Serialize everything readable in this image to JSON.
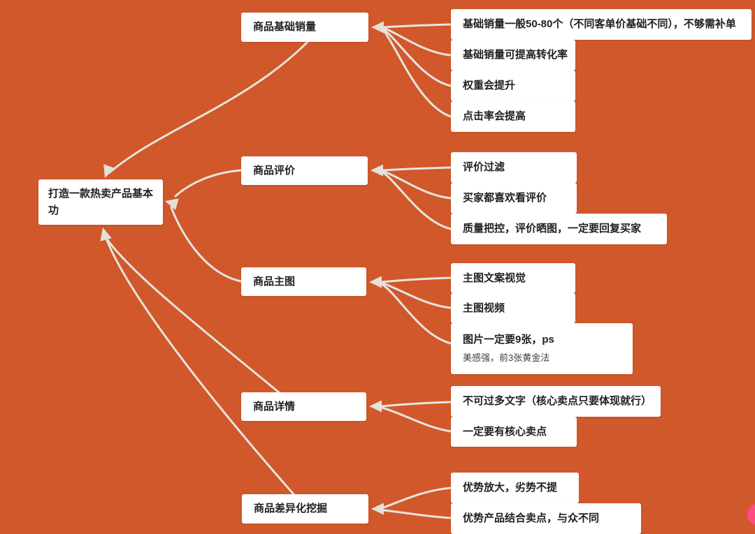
{
  "canvas": {
    "background_color": "#d0582a",
    "edge_color": "#e8e4df",
    "arrow_color": "#e4e0da",
    "node_background": "#ffffff",
    "node_text_color": "#1f1f1f",
    "note_text_color": "#3d3d3d",
    "pink_dot_color": "#fb4d7f"
  },
  "mindmap": {
    "root": {
      "label": "打造一款热卖产品基本功"
    },
    "branches": [
      {
        "label": "商品基础销量",
        "children": [
          "基础销量一般50-80个（不同客单价基础不同），不够需补单",
          "基础销量可提高转化率",
          "权重会提升",
          "点击率会提高"
        ]
      },
      {
        "label": "商品评价",
        "children": [
          "评价过滤",
          "买家都喜欢看评价",
          "质量把控，评价晒图，一定要回复买家"
        ]
      },
      {
        "label": "商品主图",
        "children": [
          "主图文案视觉",
          "主图视频",
          "图片一定要9张，ps"
        ],
        "note": "美感强，前3张黄金法"
      },
      {
        "label": "商品详情",
        "children": [
          "不可过多文字（核心卖点只要体现就行）",
          "一定要有核心卖点"
        ]
      },
      {
        "label": "商品差异化挖掘",
        "children": [
          "优势放大，劣势不提",
          "优势产品结合卖点，与众不同"
        ]
      }
    ]
  }
}
